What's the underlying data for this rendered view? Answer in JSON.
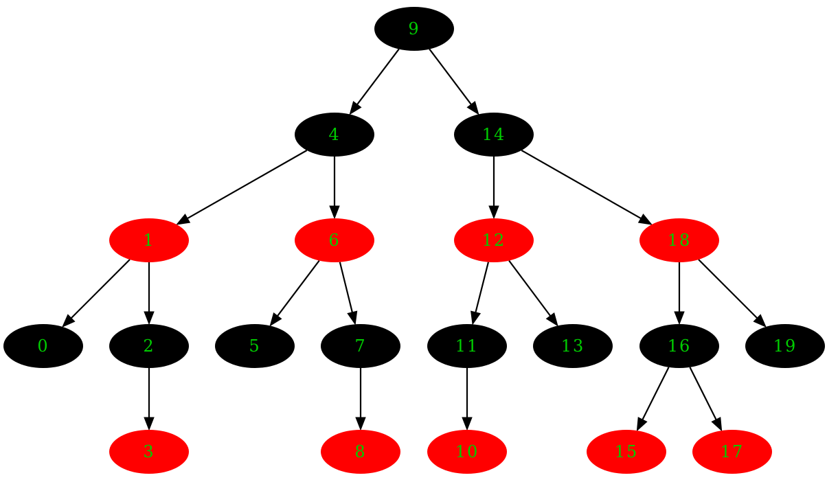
{
  "colors": {
    "black_node": "#000000",
    "red_node": "#ff0000",
    "label": "#00cc00",
    "edge": "#000000"
  },
  "tree": {
    "nodes": [
      {
        "id": "9",
        "label": "9",
        "color": "black"
      },
      {
        "id": "4",
        "label": "4",
        "color": "black"
      },
      {
        "id": "14",
        "label": "14",
        "color": "black"
      },
      {
        "id": "1",
        "label": "1",
        "color": "red"
      },
      {
        "id": "6",
        "label": "6",
        "color": "red"
      },
      {
        "id": "12",
        "label": "12",
        "color": "red"
      },
      {
        "id": "18",
        "label": "18",
        "color": "red"
      },
      {
        "id": "0",
        "label": "0",
        "color": "black"
      },
      {
        "id": "2",
        "label": "2",
        "color": "black"
      },
      {
        "id": "5",
        "label": "5",
        "color": "black"
      },
      {
        "id": "7",
        "label": "7",
        "color": "black"
      },
      {
        "id": "11",
        "label": "11",
        "color": "black"
      },
      {
        "id": "13",
        "label": "13",
        "color": "black"
      },
      {
        "id": "16",
        "label": "16",
        "color": "black"
      },
      {
        "id": "19",
        "label": "19",
        "color": "black"
      },
      {
        "id": "3",
        "label": "3",
        "color": "red"
      },
      {
        "id": "8",
        "label": "8",
        "color": "red"
      },
      {
        "id": "10",
        "label": "10",
        "color": "red"
      },
      {
        "id": "15",
        "label": "15",
        "color": "red"
      },
      {
        "id": "17",
        "label": "17",
        "color": "red"
      }
    ],
    "edges": [
      {
        "from": "9",
        "to": "4"
      },
      {
        "from": "9",
        "to": "14"
      },
      {
        "from": "4",
        "to": "1"
      },
      {
        "from": "4",
        "to": "6"
      },
      {
        "from": "14",
        "to": "12"
      },
      {
        "from": "14",
        "to": "18"
      },
      {
        "from": "1",
        "to": "0"
      },
      {
        "from": "1",
        "to": "2"
      },
      {
        "from": "6",
        "to": "5"
      },
      {
        "from": "6",
        "to": "7"
      },
      {
        "from": "12",
        "to": "11"
      },
      {
        "from": "12",
        "to": "13"
      },
      {
        "from": "18",
        "to": "16"
      },
      {
        "from": "18",
        "to": "19"
      },
      {
        "from": "2",
        "to": "3"
      },
      {
        "from": "7",
        "to": "8"
      },
      {
        "from": "11",
        "to": "10"
      },
      {
        "from": "16",
        "to": "15"
      },
      {
        "from": "16",
        "to": "17"
      }
    ]
  }
}
